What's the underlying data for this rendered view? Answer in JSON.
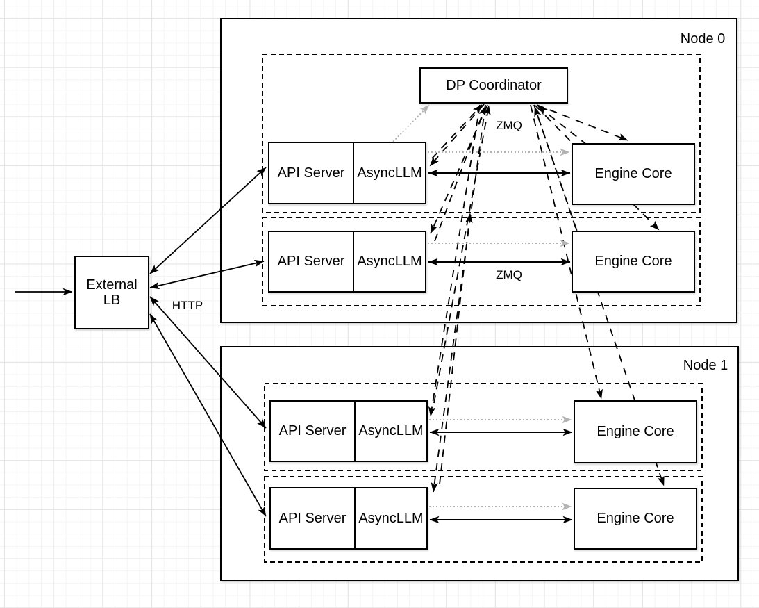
{
  "diagram": {
    "nodes": [
      {
        "label": "Node 0"
      },
      {
        "label": "Node 1"
      }
    ],
    "labels": {
      "dp_coordinator": "DP Coordinator",
      "api_server": "API Server",
      "asyncllm": "AsyncLLM",
      "engine_core": "Engine Core",
      "external_lb_line1": "External",
      "external_lb_line2": "LB",
      "http": "HTTP",
      "zmq": "ZMQ"
    },
    "colors": {
      "stroke": "#000000",
      "box_fill": "#ffffff",
      "dotted_gray": "#b3b3b3",
      "grid_minor": "#f4f4f4",
      "grid_major": "#e4e4e4"
    }
  }
}
